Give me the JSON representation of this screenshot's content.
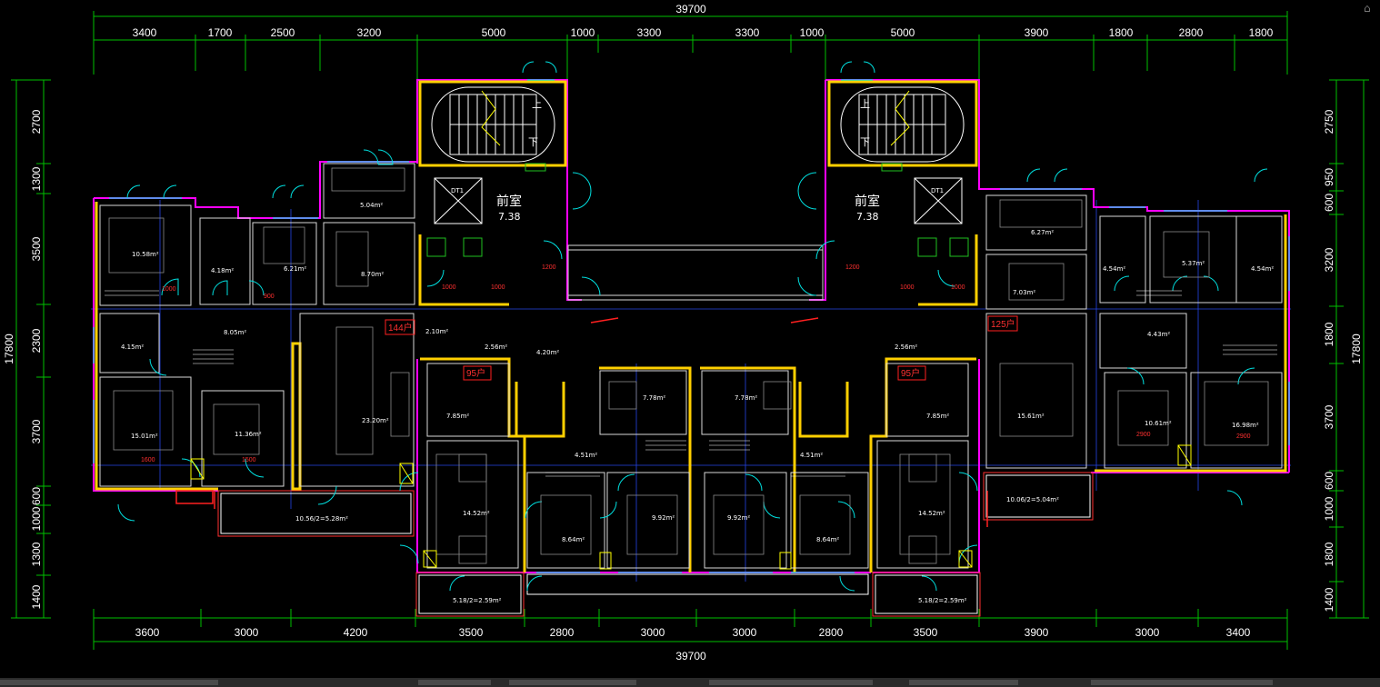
{
  "drawing": {
    "overall_top": "39700",
    "overall_bottom": "39700",
    "top_dims": [
      "3400",
      "1700",
      "2500",
      "3200",
      "5000",
      "1000",
      "3300",
      "3300",
      "1000",
      "5000",
      "3900",
      "1800",
      "2800",
      "1800"
    ],
    "bottom_dims": [
      "3600",
      "3000",
      "4200",
      "3500",
      "2800",
      "3000",
      "3000",
      "2800",
      "3500",
      "3900",
      "3000",
      "3400"
    ],
    "left_dims": [
      "2700",
      "1300",
      "3500",
      "2300",
      "3700",
      "600",
      "1000",
      "1300",
      "1400"
    ],
    "left_total": "17800",
    "right_dims": [
      "2750",
      "950",
      "600",
      "3200",
      "1800",
      "3700",
      "600",
      "1000",
      "1800",
      "1400"
    ],
    "right_total": "17800"
  },
  "labels": {
    "qianshi": "前室",
    "qianshi_area": "7.38",
    "up": "上",
    "down": "下",
    "dt1": "DT1",
    "unit_144": "144户",
    "unit_95": "95户",
    "unit_125": "125户"
  },
  "rooms": {
    "r1": "10.58m²",
    "r2": "4.18m²",
    "r3": "6.21m²",
    "r4": "5.04m²",
    "r5": "8.70m²",
    "r6": "8.05m²",
    "r7": "4.15m²",
    "r8": "15.01m²",
    "r9": "11.36m²",
    "r10": "23.20m²",
    "r11": "10.56/2=5.28m²",
    "r12": "2.10m²",
    "r13": "2.56m²",
    "r14": "4.20m²",
    "r15": "7.85m²",
    "r16": "14.52m²",
    "r17": "8.64m²",
    "r18": "9.92m²",
    "r19": "7.78m²",
    "r20": "4.51m²",
    "r21": "5.18/2=2.59m²",
    "r22": "7.78m²",
    "r23": "9.92m²",
    "r24": "8.64m²",
    "r25": "4.51m²",
    "r26": "2.56m²",
    "r27": "14.52m²",
    "r28": "7.85m²",
    "r29": "5.18/2=2.59m²",
    "r30": "6.27m²",
    "r31": "7.03m²",
    "r32": "15.61m²",
    "r33": "10.06/2=5.04m²",
    "r34": "4.43m²",
    "r35": "10.61m²",
    "r36": "16.98m²",
    "r37": "5.37m²",
    "r38": "4.54m²",
    "r39": "4.54m²"
  }
}
